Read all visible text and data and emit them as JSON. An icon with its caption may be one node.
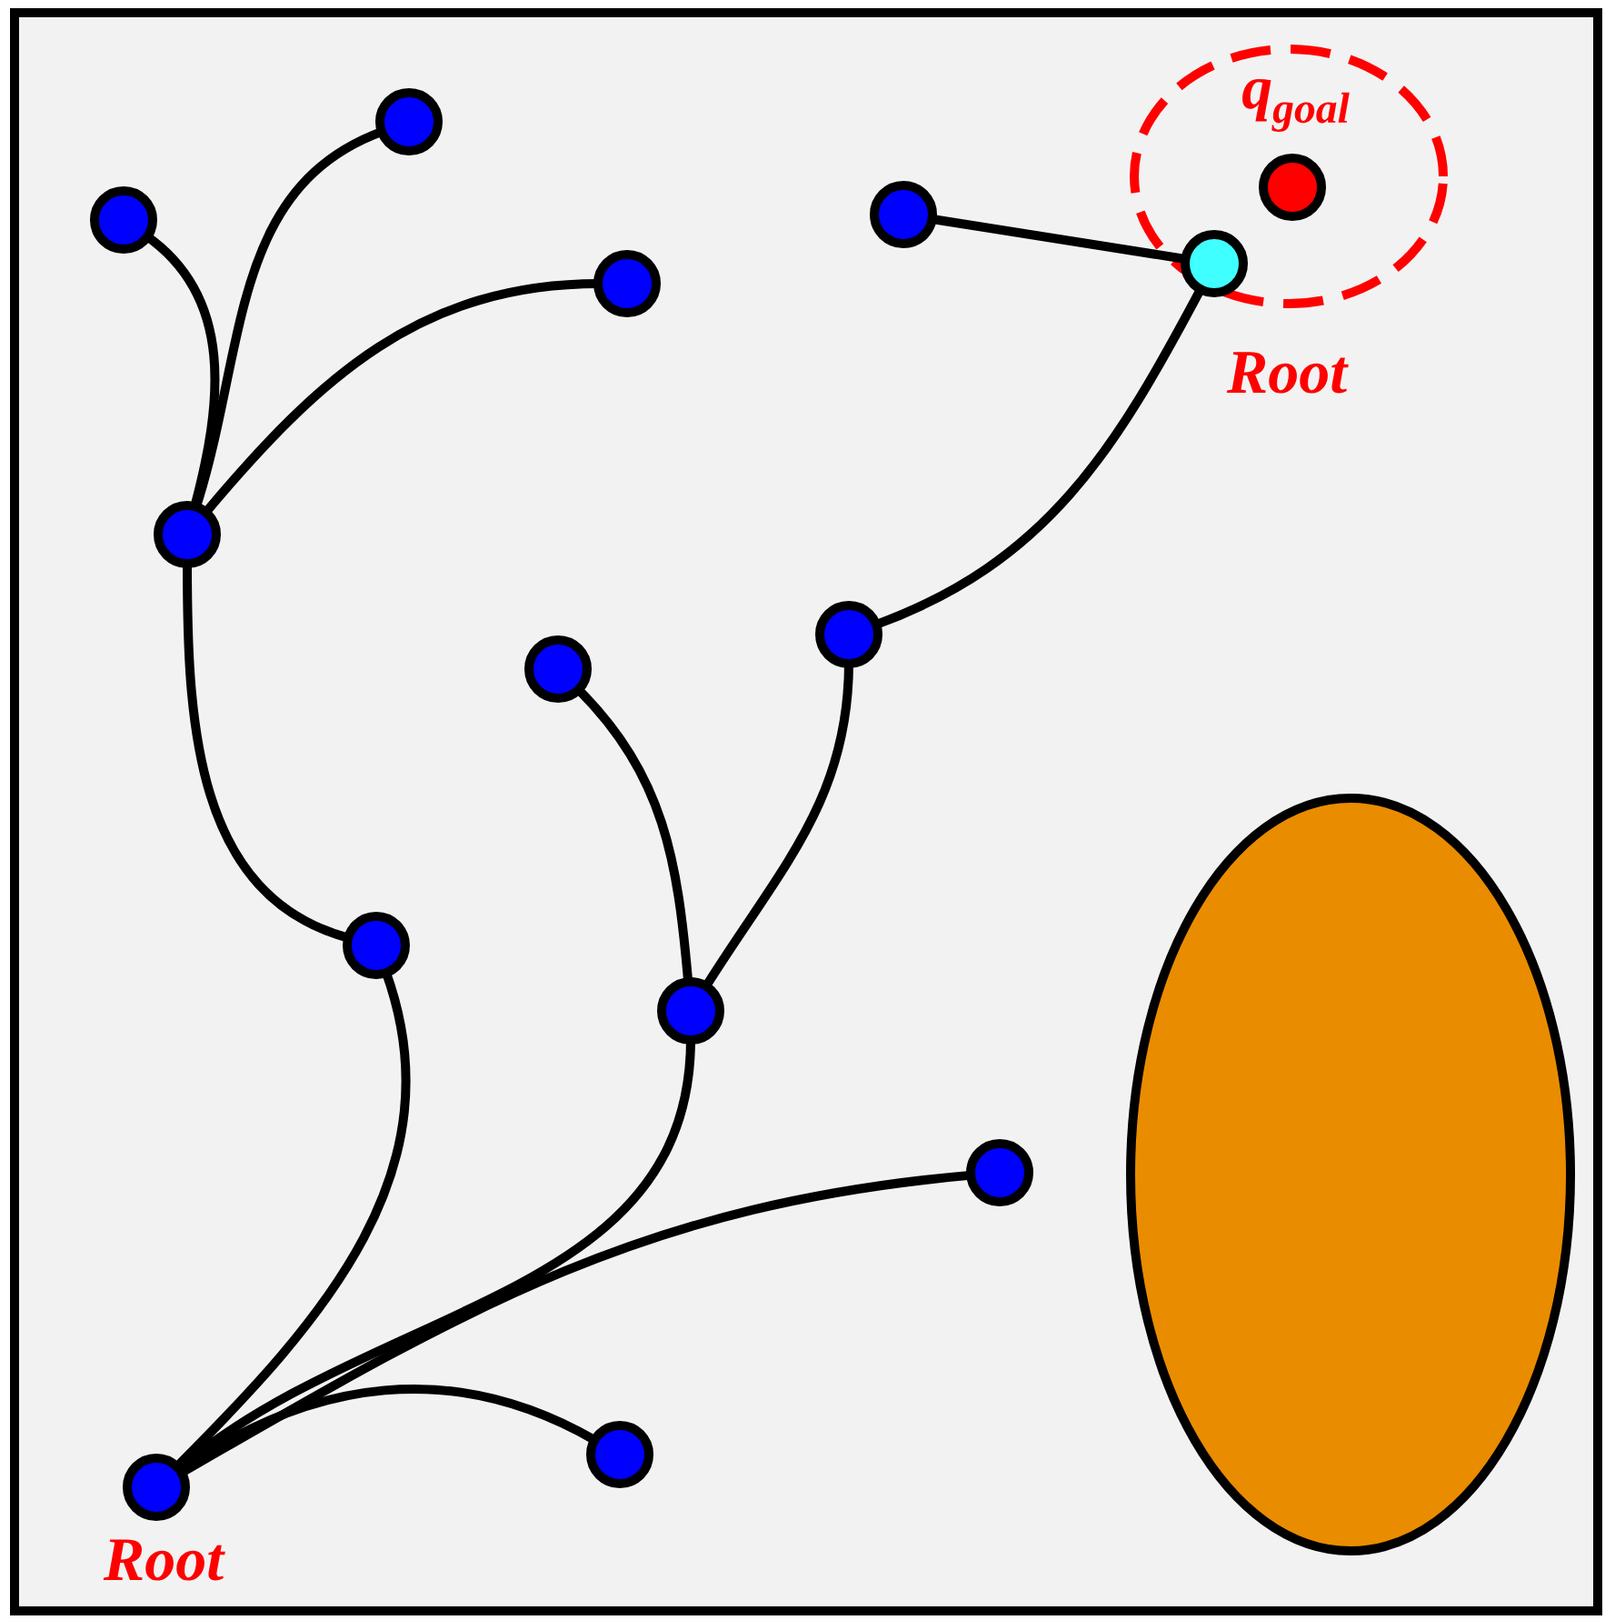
{
  "diagram": {
    "nodes": [
      {
        "text": [],
        "shape": "circle"
      },
      {
        "text": [],
        "shape": "circle",
        "beside": [
          "q$_{goal}$"
        ]
      },
      {
        "text": [],
        "shape": "circle"
      },
      {
        "text": [],
        "shape": "circle"
      },
      {
        "text": [],
        "shape": "circle",
        "beside": [
          "Root"
        ]
      },
      {
        "text": [],
        "shape": "circle"
      },
      {
        "text": [],
        "shape": "circle"
      },
      {
        "text": [],
        "shape": "circle"
      },
      {
        "text": [],
        "shape": "circle"
      },
      {
        "text": [],
        "shape": "circle"
      },
      {
        "text": [],
        "shape": "circle"
      },
      {
        "text": [],
        "shape": "circle"
      },
      {
        "text": [],
        "shape": "circle"
      },
      {
        "text": [],
        "shape": "circle",
        "beside": [
          "Root"
        ]
      }
    ],
    "edges": [
      {
        "from": 13,
        "to": 9,
        "arrow": "none"
      },
      {
        "from": 9,
        "to": 6,
        "arrow": "none"
      },
      {
        "from": 6,
        "to": 3,
        "arrow": "none"
      },
      {
        "from": 6,
        "to": 0,
        "arrow": "none"
      },
      {
        "from": 6,
        "to": 5,
        "arrow": "none"
      },
      {
        "from": 13,
        "to": 10,
        "arrow": "none"
      },
      {
        "from": 10,
        "to": 8,
        "arrow": "none"
      },
      {
        "from": 10,
        "to": 7,
        "arrow": "none"
      },
      {
        "from": 13,
        "to": 11,
        "arrow": "none"
      },
      {
        "from": 13,
        "to": 12,
        "arrow": "none"
      },
      {
        "from": 4,
        "to": 7,
        "arrow": "none"
      },
      {
        "from": 4,
        "to": 2,
        "arrow": "none"
      }
    ]
  }
}
